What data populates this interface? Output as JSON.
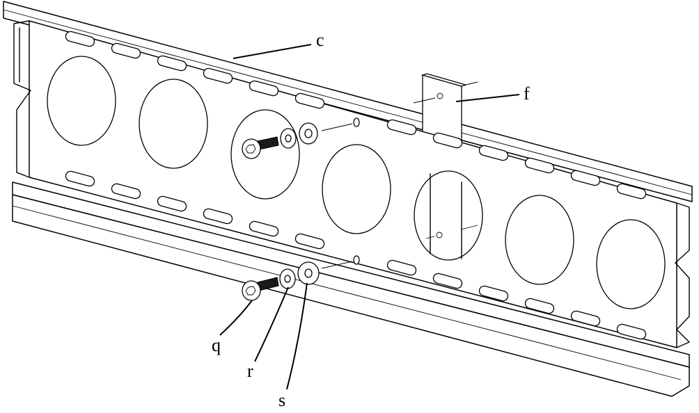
{
  "labels": {
    "c": "c",
    "f": "f",
    "q": "q",
    "r": "r",
    "s": "s"
  },
  "colors": {
    "line": "#000000",
    "background": "#ffffff",
    "bolt_dark": "#1a1a1a"
  }
}
